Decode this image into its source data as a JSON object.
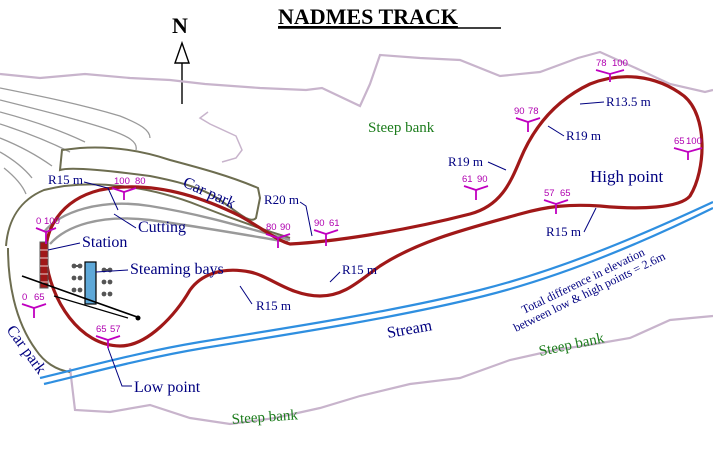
{
  "title": "NADMES TRACK",
  "north_label": "N",
  "features": {
    "car_park_top": "Car park",
    "car_park_left": "Car park",
    "cutting": "Cutting",
    "station": "Station",
    "steaming_bays": "Steaming bays",
    "low_point": "Low point",
    "high_point": "High point",
    "stream": "Stream"
  },
  "banks": [
    "Steep bank",
    "Steep bank",
    "Steep bank"
  ],
  "radii": {
    "r15_top_left": "R15 m",
    "r20": "R20 m",
    "r19_left": "R19 m",
    "r19_right": "R19 m",
    "r13_5": "R13.5 m",
    "r15_right": "R15 m",
    "r15_middle": "R15 m",
    "r15_lower": "R15 m"
  },
  "elevations": [
    {
      "left": "0",
      "right": "100"
    },
    {
      "left": "100",
      "right": "80"
    },
    {
      "left": "80",
      "right": "90"
    },
    {
      "left": "90",
      "right": "61"
    },
    {
      "left": "61",
      "right": "90"
    },
    {
      "left": "90",
      "right": "78"
    },
    {
      "left": "78",
      "right": "100"
    },
    {
      "left": "65",
      "right": "100"
    },
    {
      "left": "57",
      "right": "65"
    },
    {
      "left": "65",
      "right": "57"
    },
    {
      "left": "0",
      "right": "65"
    }
  ],
  "note": {
    "line1": "Total difference in elevation",
    "line2": "between low & high points = 2.6m"
  },
  "colors": {
    "track": "#a01818",
    "stream": "#2f8fe0",
    "boundary": "#c8b4cc",
    "elevation_marker": "#c000c0",
    "label_blue": "#000080",
    "bank_green": "#1c7c1c"
  }
}
